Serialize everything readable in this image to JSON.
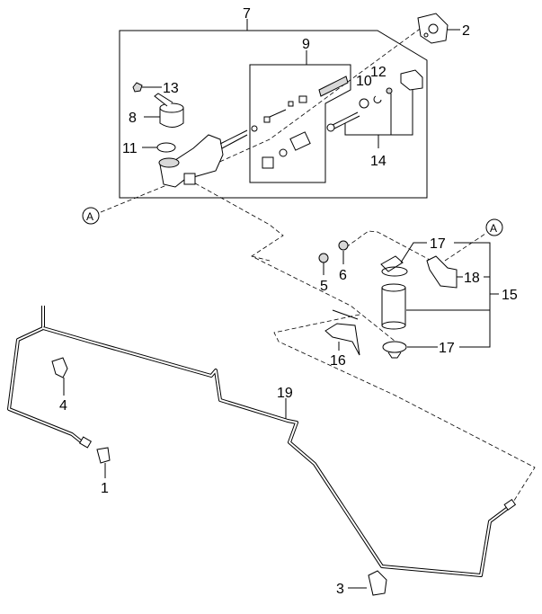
{
  "diagram": {
    "callouts": {
      "c7": "7",
      "c2": "2",
      "c9": "9",
      "c13": "13",
      "c10": "10",
      "c12": "12",
      "c8": "8",
      "c11": "11",
      "c14": "14",
      "cA1": "A",
      "cA2": "A",
      "c17a": "17",
      "c5": "5",
      "c6": "6",
      "c18": "18",
      "c15": "15",
      "c16": "16",
      "c17b": "17",
      "c4": "4",
      "c19": "19",
      "c1": "1",
      "c3": "3"
    }
  }
}
